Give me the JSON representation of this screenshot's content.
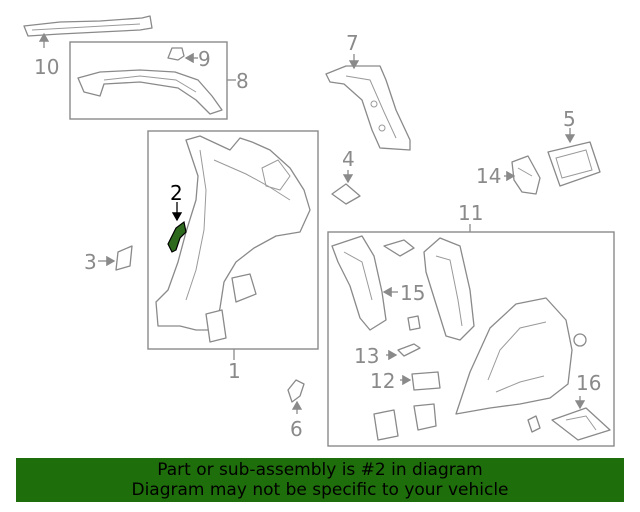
{
  "callouts": {
    "c1": "1",
    "c2": "2",
    "c3": "3",
    "c4": "4",
    "c5": "5",
    "c6": "6",
    "c7": "7",
    "c8": "8",
    "c9": "9",
    "c10": "10",
    "c11": "11",
    "c12": "12",
    "c13": "13",
    "c14": "14",
    "c15": "15",
    "c16": "16"
  },
  "highlight": {
    "part": "2",
    "color": "#2d6a1e"
  },
  "banner": {
    "line1": "Part or sub-assembly is #2 in diagram",
    "line2": "Diagram may not be specific to your vehicle",
    "color": "#1f6e0c"
  }
}
